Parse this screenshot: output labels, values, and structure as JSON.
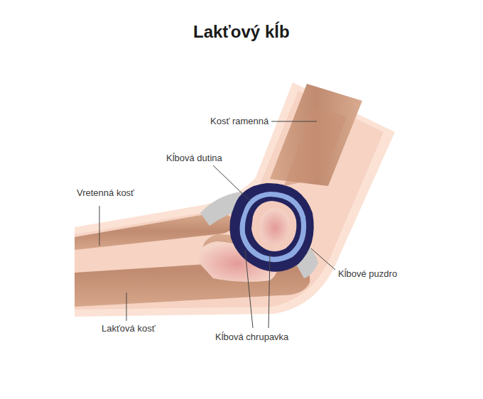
{
  "diagram": {
    "title": "Lakťový kĺb",
    "labels": [
      "Kosť ramenná",
      "Kĺbová dutina",
      "Vretenná kosť",
      "Kĺbové puzdro",
      "Lakťová kosť",
      "Kĺbová chrupavka"
    ]
  }
}
